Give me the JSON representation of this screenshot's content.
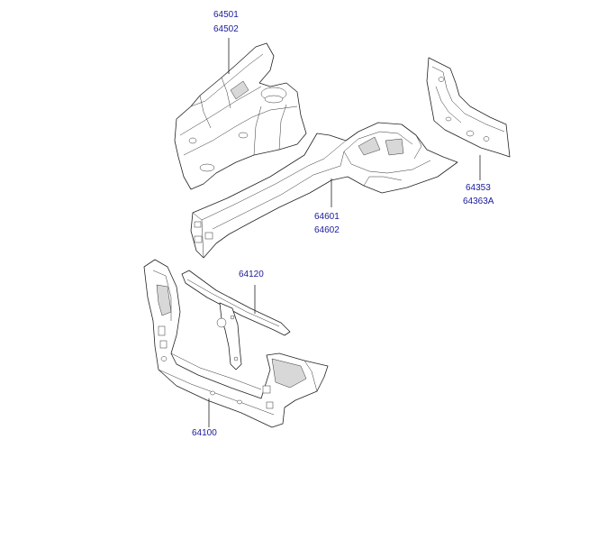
{
  "parts": [
    {
      "id": "fender-apron",
      "labels": [
        "64501",
        "64502"
      ]
    },
    {
      "id": "side-member",
      "labels": [
        "64601",
        "64602"
      ]
    },
    {
      "id": "cowl-side-panel",
      "labels": [
        "64353",
        "64363A"
      ]
    },
    {
      "id": "upper-support",
      "labels": [
        "64120"
      ]
    },
    {
      "id": "radiator-support",
      "labels": [
        "64100"
      ]
    }
  ],
  "colors": {
    "label": "#1a1a9a",
    "line": "#222222",
    "background": "#ffffff"
  }
}
